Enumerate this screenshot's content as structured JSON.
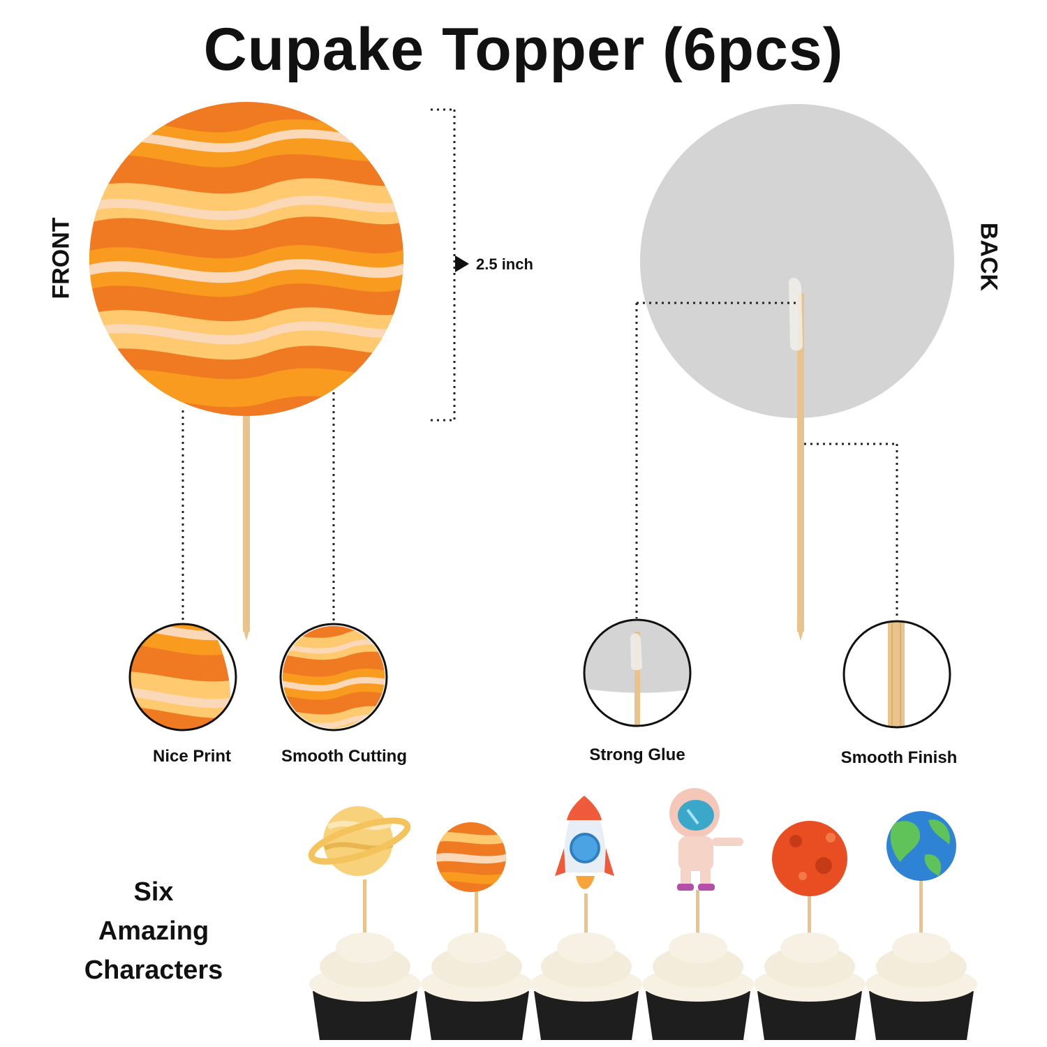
{
  "title": "Cupake Topper (6pcs)",
  "labels": {
    "front": "FRONT",
    "back": "BACK",
    "dimension": "2.5 inch"
  },
  "features": [
    {
      "label": "Nice Print",
      "icon": "nice-print-zoom-icon"
    },
    {
      "label": "Smooth Cutting",
      "icon": "smooth-cutting-zoom-icon"
    },
    {
      "label": "Strong Glue",
      "icon": "strong-glue-zoom-icon"
    },
    {
      "label": "Smooth Finish",
      "icon": "smooth-finish-zoom-icon"
    }
  ],
  "characters_caption": [
    "Six",
    "Amazing",
    "Characters"
  ],
  "characters": [
    "saturn-topper",
    "orange-planet-topper",
    "rocket-topper",
    "astronaut-topper",
    "mars-topper",
    "earth-topper"
  ],
  "colors": {
    "orange_dark": "#F07A22",
    "orange_mid": "#F99B1E",
    "orange_light": "#FFC970",
    "cream": "#FBD8B7",
    "back_grey": "#D4D4D4",
    "stick": "#E8C48C",
    "cupcake_liner": "#1E1E1E",
    "frosting": "#F7F1E3"
  }
}
